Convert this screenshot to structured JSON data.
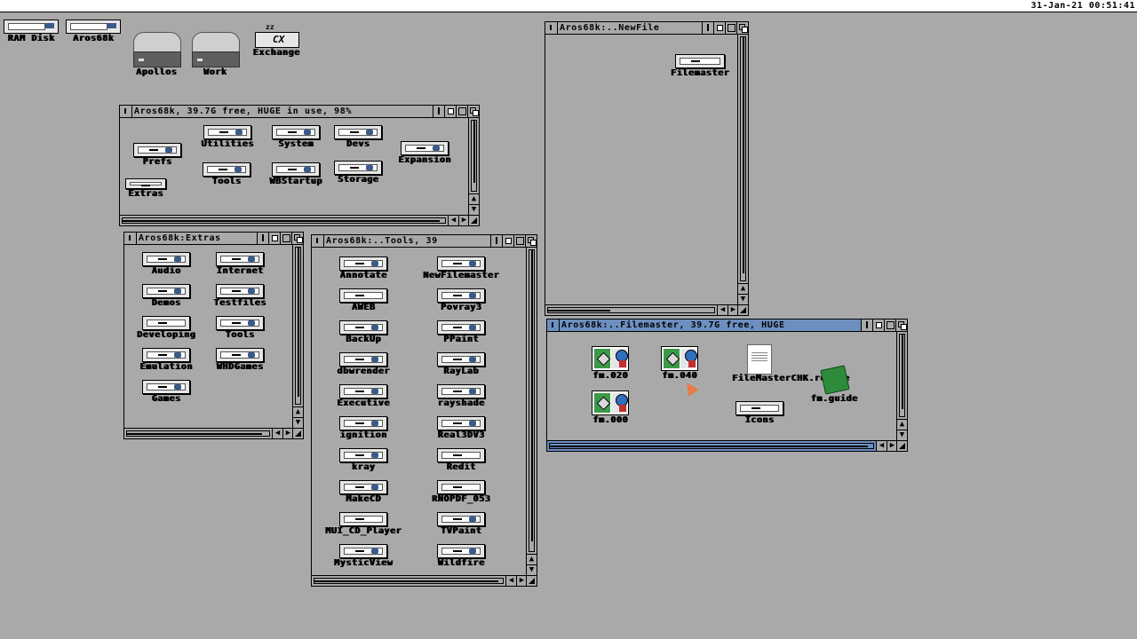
{
  "screen": {
    "clock": "31-Jan-21 00:51:41"
  },
  "desktop_icons": {
    "ram_disk": "RAM Disk",
    "aros68k": "Aros68k",
    "apollos": "Apollos",
    "work": "Work",
    "exchange": "Exchange"
  },
  "windows": {
    "root": {
      "title": "Aros68k,  39.7G free, HUGE in use, 98%",
      "items": [
        "Utilities",
        "System",
        "Devs",
        "Prefs",
        "Expansion",
        "Tools",
        "WBStartup",
        "Storage",
        "Extras"
      ]
    },
    "extras": {
      "title": "Aros68k:Extras",
      "items": [
        "Audio",
        "Internet",
        "Demos",
        "Testfiles",
        "Developing",
        "Tools",
        "Emulation",
        "WHDGames",
        "Games"
      ]
    },
    "tools": {
      "title": "Aros68k:..Tools,  39",
      "items": [
        "Annotate",
        "NewFilemaster",
        "AWEB",
        "Povray3",
        "BackUp",
        "PPaint",
        "dbwrender",
        "RayLab",
        "Executive",
        "rayshade",
        "ignition",
        "Real3DV3",
        "kray",
        "Redit",
        "MakeCD",
        "RNOPDF_053",
        "MUI_CD_Player",
        "TVPaint",
        "MysticView",
        "Wildfire"
      ]
    },
    "newfile": {
      "title": "Aros68k:..NewFile",
      "items": [
        "Filemaster"
      ]
    },
    "filemaster": {
      "title": "Aros68k:..Filemaster,  39.7G free, HUGE",
      "items": [
        "fm.020",
        "fm.040",
        "FileMasterCHK.readme",
        "fm.guide",
        "fm.000",
        "Icons"
      ]
    }
  },
  "scroll_arrows": {
    "up": "▲",
    "down": "▼",
    "left": "◀",
    "right": "▶"
  },
  "colors": {
    "background": "#a9a9a9",
    "active_title": "#6d8fc0"
  }
}
